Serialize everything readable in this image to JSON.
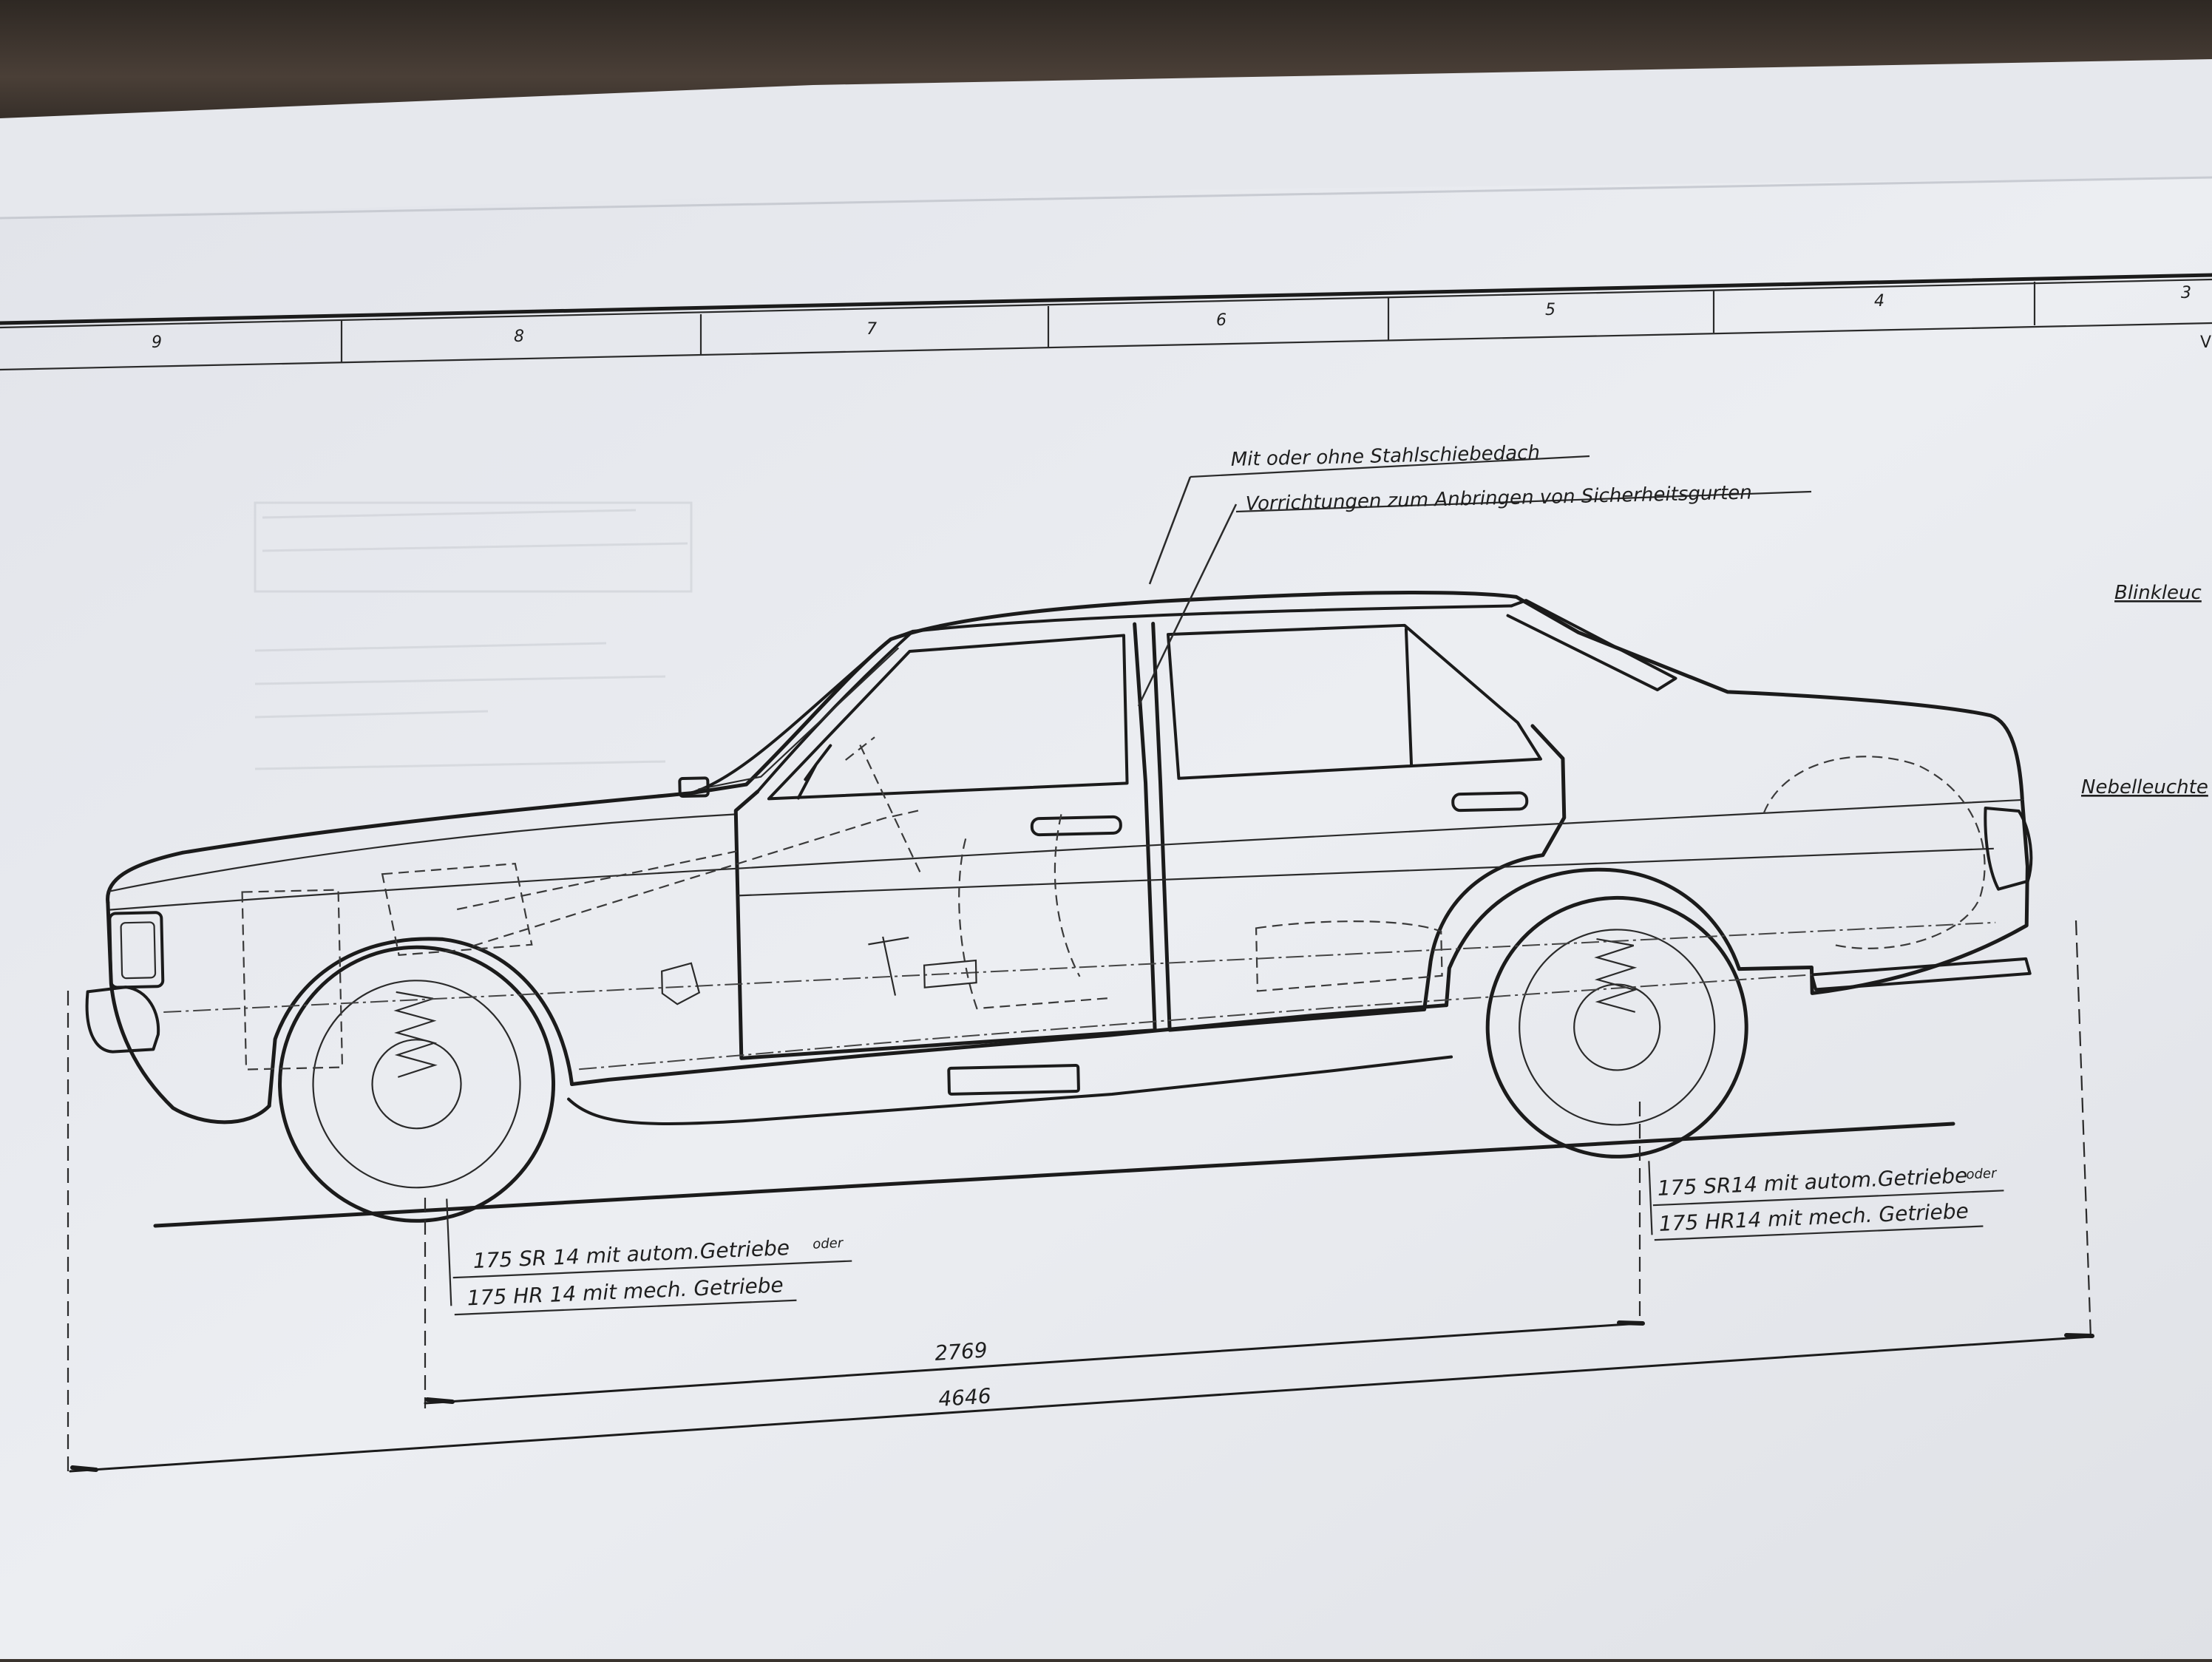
{
  "sheet": {
    "grid_numbers": [
      "9",
      "8",
      "7",
      "6",
      "5",
      "4",
      "3"
    ],
    "edge_mark": "V"
  },
  "annotations": {
    "roof": "Mit oder ohne Stahlschiebedach",
    "belts": "Vorrichtungen zum Anbringen von Sicherheitsgurten",
    "turn_signal": "Blinkleuc",
    "fog_light": "Nebelleuchte",
    "front_tire_line1": "175 SR 14 mit autom.Getriebe",
    "front_tire_oder": "oder",
    "front_tire_line2": "175 HR 14 mit mech. Getriebe",
    "rear_tire_line1": "175 SR14 mit autom.Getriebe",
    "rear_tire_oder": "oder",
    "rear_tire_line2": "175 HR14 mit mech. Getriebe"
  },
  "dimensions": {
    "wheelbase": "2769",
    "overall_length": "4646"
  }
}
